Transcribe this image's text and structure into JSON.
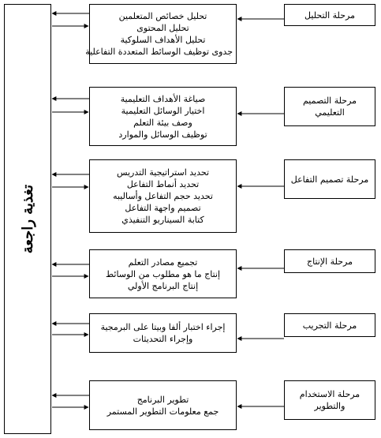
{
  "feedback": {
    "label": "تغذية راجعة"
  },
  "stages": [
    {
      "name": "مرحلة التحليل",
      "items": [
        "تحليل خصائص المتعلمين",
        "تحليل المحتوى",
        "تحليل الأهداف السلوكية",
        "جدوى توظيف الوسائط المتعددة التفاعلية"
      ]
    },
    {
      "name": "مرحلة التصميم التعليمي",
      "items": [
        "صياغة الأهداف التعليمية",
        "اختيار الوسائل التعليمية",
        "وصف بيئة التعلم",
        "توظيف الوسائل والموارد"
      ]
    },
    {
      "name": "مرحلة تصميم التفاعل",
      "items": [
        "تحديد استراتيجية التدريس",
        "تحديد أنماط التفاعل",
        "تحديد حجم التفاعل وأساليبه",
        "تصميم واجهة التفاعل",
        "كتابة السيناريو التنفيذي"
      ]
    },
    {
      "name": "مرحلة الإنتاج",
      "items": [
        "تجميع مصادر التعلم",
        "إنتاج ما هو مطلوب من الوسائط",
        "إنتاج البرنامج الأولي"
      ]
    },
    {
      "name": "مرحلة التجريب",
      "items": [
        "إجراء اختبار ألفا وبيتا على البرمجية",
        "وإجراء التحديثات"
      ]
    },
    {
      "name": "مرحلة الاستخدام والتطوير",
      "items": [
        "تطوير البرنامج",
        "جمع معلومات التطوير المستمر"
      ]
    }
  ]
}
